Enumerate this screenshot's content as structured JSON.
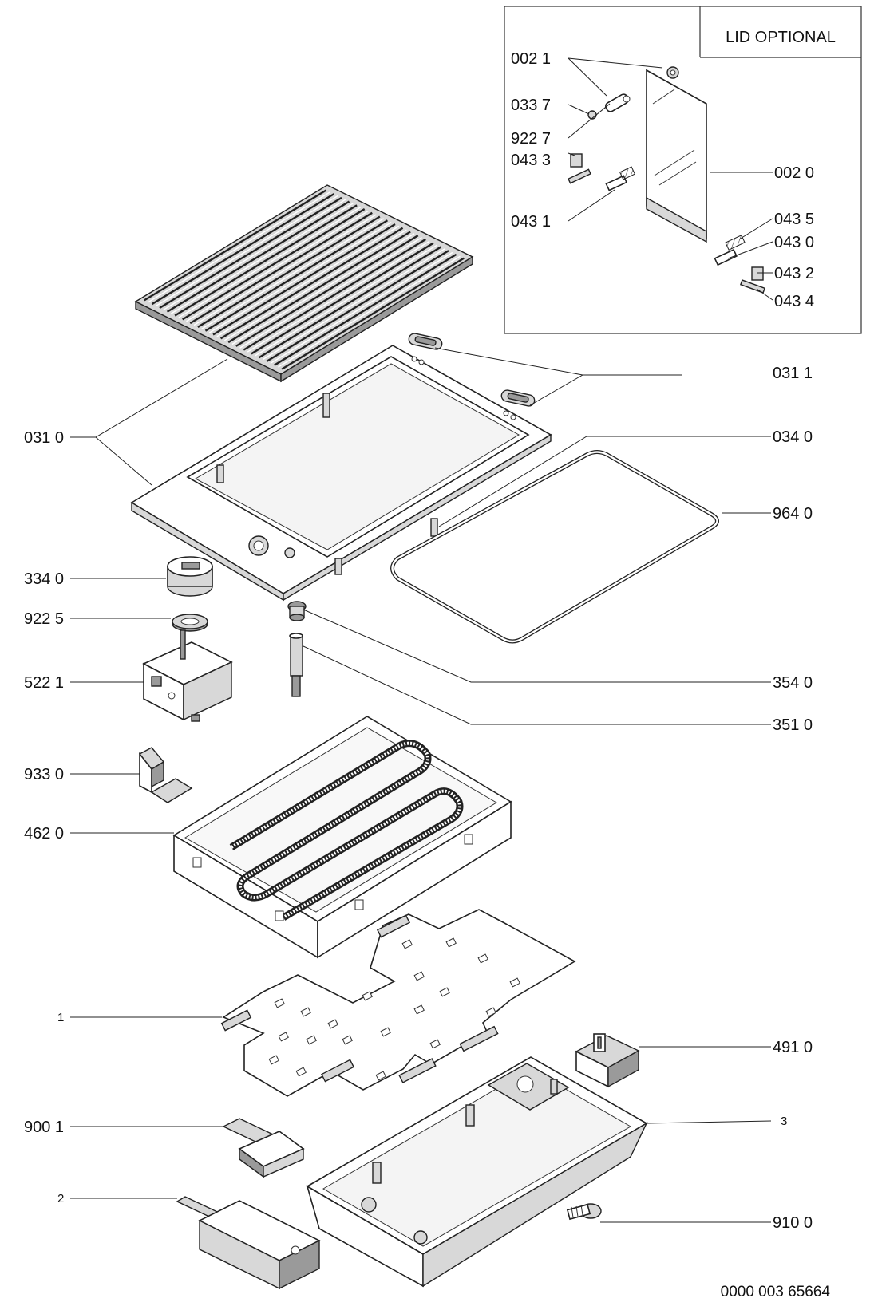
{
  "lid_panel": {
    "title": "LID OPTIONAL"
  },
  "labels": {
    "p0021": "002 1",
    "p0337": "033 7",
    "p9227": "922 7",
    "p0433": "043 3",
    "p0431": "043 1",
    "p0020": "002 0",
    "p0435": "043 5",
    "p0430": "043 0",
    "p0432": "043 2",
    "p0434": "043 4",
    "p0311": "031 1",
    "p0310": "031 0",
    "p0340": "034 0",
    "p9640": "964 0",
    "p3340": "334 0",
    "p9225": "922 5",
    "p5221": "522 1",
    "p3540": "354 0",
    "p3510": "351 0",
    "p9330": "933 0",
    "p4620": "462 0",
    "p1": "1",
    "p4910": "491 0",
    "p3": "3",
    "p9001": "900 1",
    "p2": "2",
    "p9100": "910 0"
  },
  "document_number": "0000 003 65664",
  "icons": [
    "grill-grate",
    "cooktop-frame",
    "gasket",
    "knob",
    "control-switch",
    "heating-element",
    "base-tray",
    "mounting-bracket",
    "glass-lid",
    "hinge"
  ]
}
